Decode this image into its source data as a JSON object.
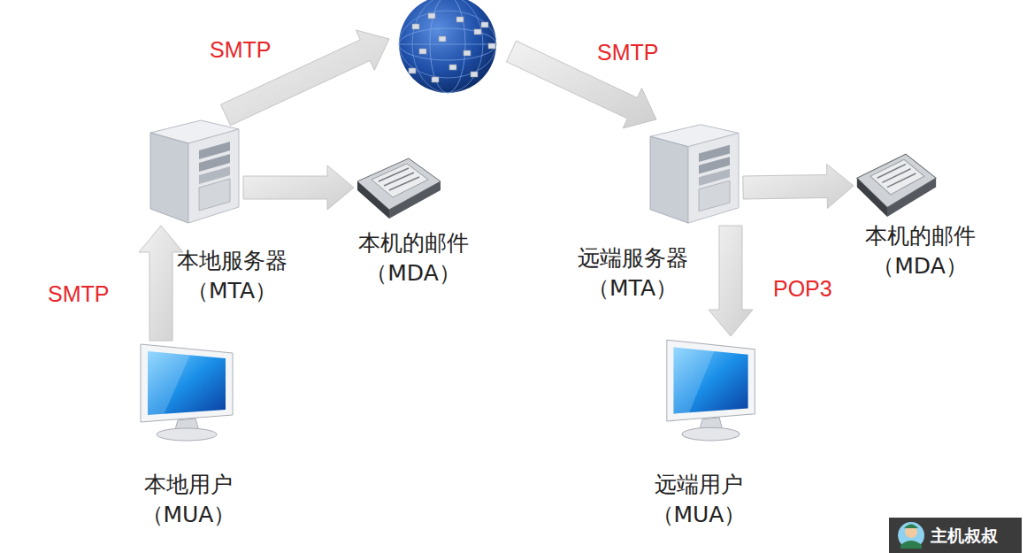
{
  "diagram": {
    "nodes": [
      {
        "text": [
          "本地服务器 （MTA）"
        ]
      },
      {
        "text": [
          "本机的邮件 （MDA）"
        ]
      },
      {
        "text": [
          "远端服务器 （MTA）"
        ]
      },
      {
        "text": [
          "本机的邮件 （MDA）"
        ]
      },
      {
        "text": [
          "本地用户 （MUA）"
        ]
      },
      {
        "text": [
          "远端用户 （MUA）"
        ]
      }
    ],
    "edges": [
      {
        "from": 4,
        "to": 0,
        "label": "SMTP",
        "arrow": "to"
      },
      {
        "from": 0,
        "to": 1,
        "arrow": "to"
      },
      {
        "from": 0,
        "to": 2,
        "label": "SMTP",
        "arrow": "to"
      },
      {
        "from": 2,
        "to": 3,
        "arrow": "to"
      },
      {
        "from": 2,
        "to": 5,
        "label": "POP3",
        "arrow": "to"
      }
    ],
    "labels": [
      "SMTP",
      "主机叔叔"
    ]
  }
}
